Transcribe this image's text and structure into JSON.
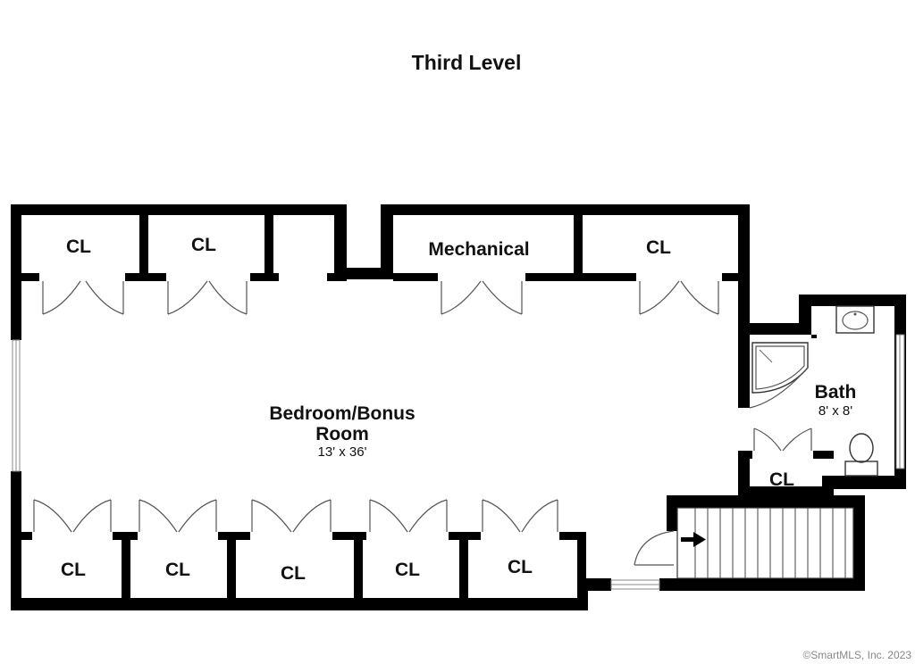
{
  "title": "Third Level",
  "rooms": {
    "closet_top_1": "CL",
    "closet_top_2": "CL",
    "mechanical": "Mechanical",
    "closet_top_3": "CL",
    "bedroom_line1": "Bedroom/Bonus",
    "bedroom_line2": "Room",
    "bedroom_dims": "13' x 36'",
    "bath": "Bath",
    "bath_dims": "8' x 8'",
    "closet_bath": "CL",
    "closet_bottom_1": "CL",
    "closet_bottom_2": "CL",
    "closet_bottom_3": "CL",
    "closet_bottom_4": "CL",
    "closet_bottom_5": "CL"
  },
  "copyright": "©SmartMLS, Inc.  2023"
}
